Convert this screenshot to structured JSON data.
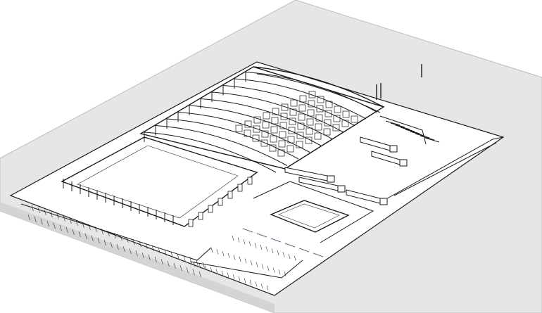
{
  "scene": {
    "view": "isometric",
    "rendering": "hidden-line",
    "colors": {
      "background": "#ffffff",
      "ground": "#e6e6e6",
      "ground_edge": "#d4d4d4",
      "site_pad": "#ffffff",
      "roof": "#f4f4f4",
      "lines": "#1a1a1a",
      "accent_lines": "#4a6f8f"
    },
    "elements": {
      "truck_count": 5,
      "dock_bays": 9
    }
  }
}
